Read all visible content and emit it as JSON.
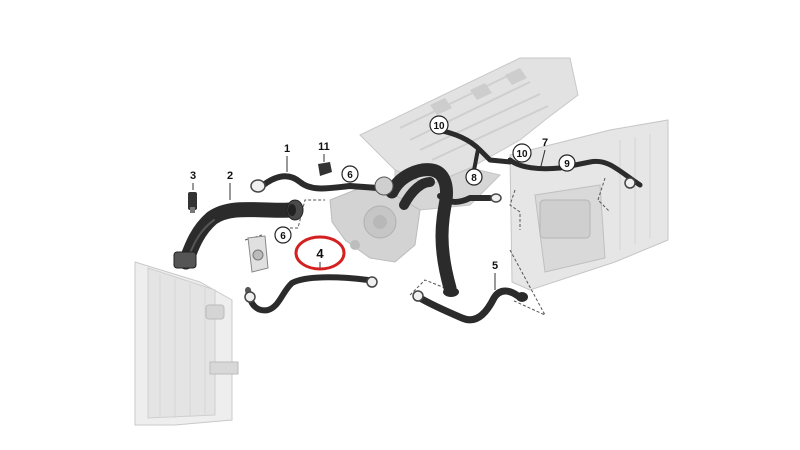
{
  "diagram": {
    "callouts": {
      "c1": "1",
      "c2": "2",
      "c3": "3",
      "c4": "4",
      "c5": "5",
      "c6a": "6",
      "c6b": "6",
      "c7": "7",
      "c8": "8",
      "c9": "9",
      "c10a": "10",
      "c10b": "10",
      "c11": "11"
    },
    "highlight_color": "#d42020",
    "hose_color": "#2b2b2b",
    "part_color": "#d9d9d9"
  }
}
